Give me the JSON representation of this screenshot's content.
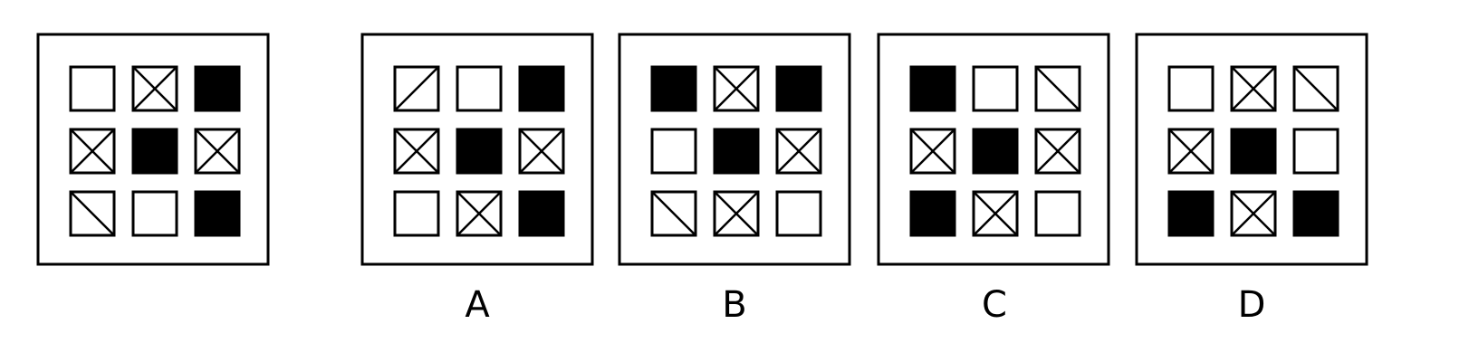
{
  "question": {
    "grid": [
      [
        "empty",
        "cross",
        "solid"
      ],
      [
        "cross",
        "solid",
        "cross"
      ],
      [
        "backslash",
        "empty",
        "solid"
      ]
    ]
  },
  "options": [
    {
      "label": "A",
      "grid": [
        [
          "slash",
          "empty",
          "solid"
        ],
        [
          "cross",
          "solid",
          "cross"
        ],
        [
          "empty",
          "cross",
          "solid"
        ]
      ]
    },
    {
      "label": "B",
      "grid": [
        [
          "solid",
          "cross",
          "solid"
        ],
        [
          "empty",
          "solid",
          "cross"
        ],
        [
          "backslash",
          "cross",
          "empty"
        ]
      ]
    },
    {
      "label": "C",
      "grid": [
        [
          "solid",
          "empty",
          "backslash"
        ],
        [
          "cross",
          "solid",
          "cross"
        ],
        [
          "solid",
          "cross",
          "empty"
        ]
      ]
    },
    {
      "label": "D",
      "grid": [
        [
          "empty",
          "cross",
          "backslash"
        ],
        [
          "cross",
          "solid",
          "empty"
        ],
        [
          "solid",
          "cross",
          "solid"
        ]
      ]
    }
  ],
  "colors": {
    "ink": "#000000",
    "paper": "#ffffff"
  }
}
